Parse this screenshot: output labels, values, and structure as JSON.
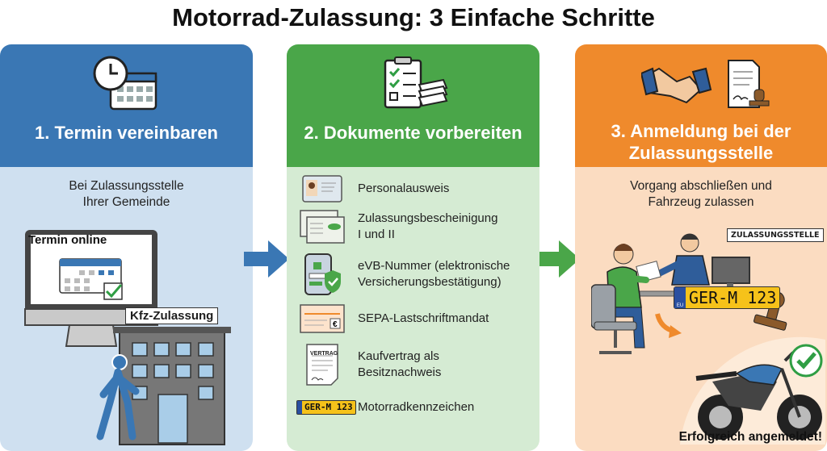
{
  "title": "Motorrad-Zulassung: 3 Einfache Schritte",
  "steps": [
    {
      "heading": "1. Termin vereinbaren",
      "subtitle_line1": "Bei Zulassungsstelle",
      "subtitle_line2": "Ihrer Gemeinde",
      "screen_label": "Termin online",
      "building_sign": "Kfz-Zulassung",
      "color": "#3a77b4"
    },
    {
      "heading": "2. Dokumente vorbereiten",
      "color": "#4aa649",
      "documents": [
        {
          "icon": "id-card-icon",
          "line1": "Personalausweis"
        },
        {
          "icon": "registration-certificate-icon",
          "line1": "Zulassungsbescheinigung",
          "line2": "I und II"
        },
        {
          "icon": "phone-shield-icon",
          "line1": "eVB-Nummer (elektronische",
          "line2": "Versicherungsbestätigung)"
        },
        {
          "icon": "sepa-form-icon",
          "line1": "SEPA-Lastschriftmandat"
        },
        {
          "icon": "contract-icon",
          "line1": "Kaufvertrag als",
          "line2": "Besitznachweis",
          "doc_label": "VERTRAG"
        },
        {
          "icon": "license-plate-icon",
          "line1": "Motorradkennzeichen",
          "plate": "GER-M 123"
        }
      ]
    },
    {
      "heading_line1": "3. Anmeldung bei der",
      "heading_line2": "Zulassungsstelle",
      "subtitle_line1": "Vorgang abschließen und",
      "subtitle_line2": "Fahrzeug zulassen",
      "office_sign": "ZULASSUNGSSTELLE",
      "plate": "GER-M 123",
      "plate_eu": "EU",
      "success": "Erfolgreich angemeldet!",
      "color": "#ef8a2c"
    }
  ]
}
